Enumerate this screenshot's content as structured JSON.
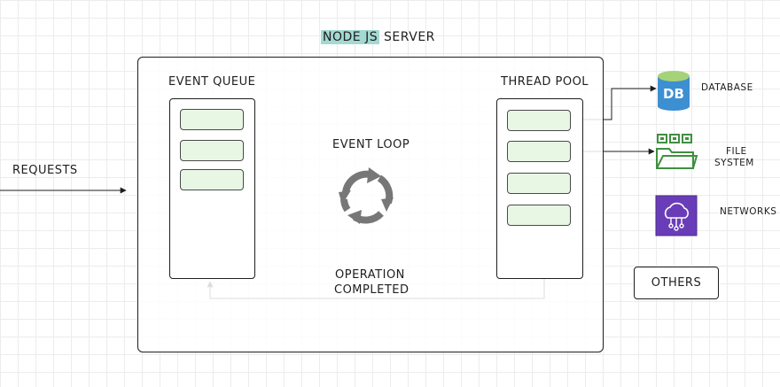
{
  "title": {
    "highlight": "NODE JS",
    "rest": "SERVER"
  },
  "left": {
    "requests_label": "REQUESTS"
  },
  "event_queue": {
    "label": "EVENT QUEUE",
    "slot_count": 3
  },
  "event_loop": {
    "label": "EVENT LOOP"
  },
  "thread_pool": {
    "label": "THREAD POOL",
    "slot_count": 4
  },
  "completion": {
    "line1": "OPERATION",
    "line2": "COMPLETED"
  },
  "resources": {
    "database": {
      "icon_text": "DB",
      "label": "DATABASE"
    },
    "file_system": {
      "line1": "FILE",
      "line2": "SYSTEM"
    },
    "networks": {
      "label": "NETWORKS"
    },
    "others": {
      "label": "OTHERS"
    }
  },
  "colors": {
    "title_highlight": "#a3d9d2",
    "slot_fill": "#e8f7e4",
    "db_blue": "#3c8fd1",
    "db_green": "#a6d27a",
    "folder_green": "#3f8f3f",
    "network_purple": "#6a3db8",
    "loop_gray": "#777777"
  }
}
